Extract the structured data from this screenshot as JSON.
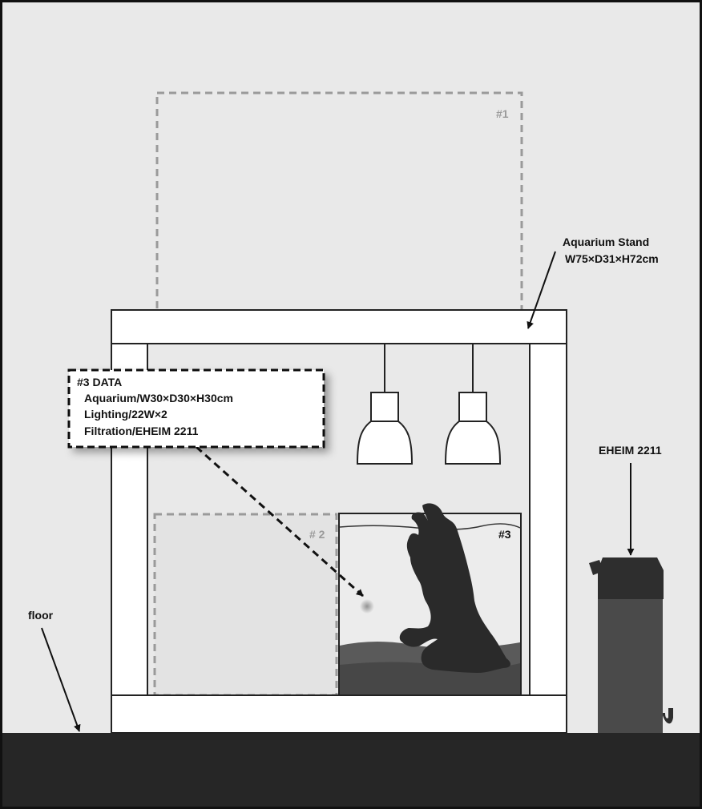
{
  "labels": {
    "area1": "#1",
    "area2": "# 2",
    "area3": "#3",
    "stand_title": "Aquarium Stand",
    "stand_dims": "W75×D31×H72cm",
    "filter_label": "EHEIM 2211",
    "floor_label": "floor"
  },
  "data_box": {
    "title": "#3  DATA",
    "aquarium": "Aquarium/W30×D30×H30cm",
    "lighting": "Lighting/22W×2",
    "filtration": "Filtration/EHEIM 2211"
  },
  "colors": {
    "wall": "#e9e9e9",
    "floor": "#262626",
    "stand": "#ffffff",
    "outline": "#222222",
    "dashed_outline": "#9a9a9a",
    "water": "#ececec",
    "substrate_dark": "#474747",
    "substrate_mid": "#5a5a5a",
    "driftwood": "#2a2a2a",
    "filter_body": "#4a4a4a",
    "filter_cap": "#2e2e2e"
  },
  "icons": [
    "pendant-lamp-icon",
    "canister-filter-icon",
    "driftwood-icon",
    "arrow-icon"
  ]
}
